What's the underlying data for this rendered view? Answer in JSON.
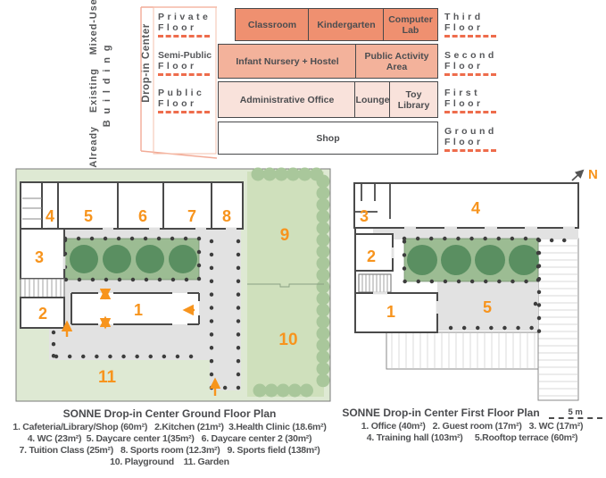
{
  "program": {
    "vertical_labels": {
      "existing": "Already Existing Mixed-Use",
      "building": "Building",
      "center": "Drop-in Center"
    },
    "rows": [
      {
        "left": {
          "line1": "Private",
          "line2": "Floor"
        },
        "right": {
          "line1": "Third",
          "line2": "Floor"
        },
        "rooms": [
          {
            "label": "Classroom"
          },
          {
            "label": "Kindergarten"
          },
          {
            "label": "Computer Lab"
          }
        ]
      },
      {
        "left": {
          "line1": "Semi-Public",
          "line2": "Floor"
        },
        "right": {
          "line1": "Second",
          "line2": "Floor"
        },
        "rooms": [
          {
            "label": "Infant Nursery + Hostel"
          },
          {
            "label": "Public Activity Area"
          }
        ]
      },
      {
        "left": {
          "line1": "Public",
          "line2": "Floor"
        },
        "right": {
          "line1": "First",
          "line2": "Floor"
        },
        "rooms": [
          {
            "label": "Administrative Office"
          },
          {
            "label": "Lounge"
          },
          {
            "label": "Toy Library"
          }
        ]
      },
      {
        "right": {
          "line1": "Ground",
          "line2": "Floor"
        },
        "rooms": [
          {
            "label": "Shop"
          }
        ]
      }
    ]
  },
  "ground_plan": {
    "title": "SONNE Drop-in Center Ground Floor Plan",
    "room_numbers": [
      "1",
      "2",
      "3",
      "4",
      "5",
      "6",
      "7",
      "8",
      "9",
      "10",
      "11"
    ],
    "legend_lines": [
      "1. Cafeteria/Library/Shop (60m²)   2.Kitchen (21m²)  3.Health Clinic (18.6m²)",
      "4. WC (23m²)  5. Daycare center 1(35m²)   6. Daycare center 2 (30m²)",
      "7. Tuition Class (25m²)   8. Sports room (12.3m²)   9. Sports field (138m²)",
      "10. Playground    11. Garden"
    ]
  },
  "first_plan": {
    "title": "SONNE Drop-in Center First Floor Plan",
    "room_numbers": [
      "1",
      "2",
      "3",
      "4",
      "5"
    ],
    "legend_lines": [
      "1. Office (40m²)   2. Guest room (17m²)   3. WC (17m²)",
      "4. Training hall (103m²)     5.Rooftop terrace (60m²)"
    ],
    "scale_label": "5 m",
    "north_label": "N"
  },
  "colors": {
    "accent_orange": "#f7941d",
    "salmon_dark": "#ef9070",
    "salmon_mid": "#f3b29b",
    "pink_light": "#f9e2db",
    "dash_red": "#ee6c4c",
    "bracket_pink": "#f2ab97",
    "site_green": "#dee9d3",
    "field_green": "#cfe0bc",
    "hedge_green": "#a9c79b",
    "courtyard_green": "#9cbc93",
    "tree_green": "#5a8f61",
    "corridor_grey": "#e2e2e2",
    "wall_grey": "#4a4a4a",
    "text_grey": "#57585a"
  }
}
